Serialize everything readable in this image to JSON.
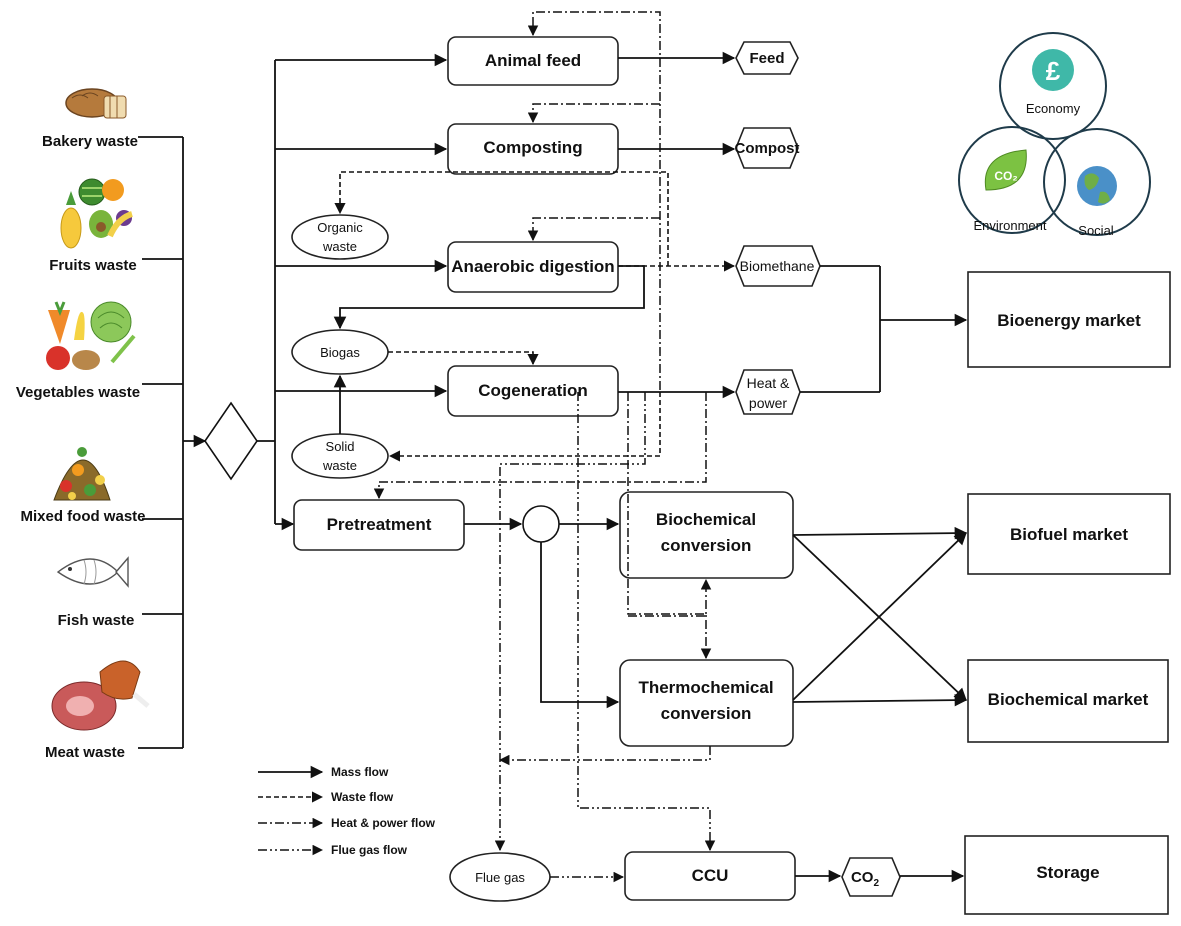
{
  "inputs": {
    "bakery": "Bakery waste",
    "fruits": "Fruits waste",
    "vegetables": "Vegetables waste",
    "mixed": "Mixed food waste",
    "fish": "Fish waste",
    "meat": "Meat waste"
  },
  "processes": {
    "animal_feed": "Animal feed",
    "composting": "Composting",
    "anaerobic_digestion": "Anaerobic digestion",
    "cogeneration": "Cogeneration",
    "pretreatment": "Pretreatment",
    "biochemical_l1": "Biochemical",
    "biochemical_l2": "conversion",
    "thermochemical_l1": "Thermochemical",
    "thermochemical_l2": "conversion",
    "ccu": "CCU"
  },
  "intermediates": {
    "organic_l1": "Organic",
    "organic_l2": "waste",
    "biogas": "Biogas",
    "solid_l1": "Solid",
    "solid_l2": "waste",
    "flue_gas": "Flue gas"
  },
  "products": {
    "feed": "Feed",
    "compost": "Compost",
    "biomethane": "Biomethane",
    "heat_l1": "Heat &",
    "heat_l2": "power",
    "co2_main": "CO",
    "co2_sub": "2"
  },
  "markets": {
    "bioenergy": "Bioenergy market",
    "biofuel": "Biofuel market",
    "biochemical": "Biochemical market",
    "storage": "Storage"
  },
  "sustainability": {
    "economy": "Economy",
    "environment": "Environment",
    "social": "Social",
    "pound_symbol": "£",
    "co2_badge": "CO₂"
  },
  "legend": {
    "mass": "Mass flow",
    "waste": "Waste flow",
    "heat": "Heat & power flow",
    "flue": "Flue gas flow"
  },
  "colors": {
    "economy_teal": "#3fb8a8",
    "environment_green": "#7cc242",
    "social_blue": "#4a90c8"
  }
}
